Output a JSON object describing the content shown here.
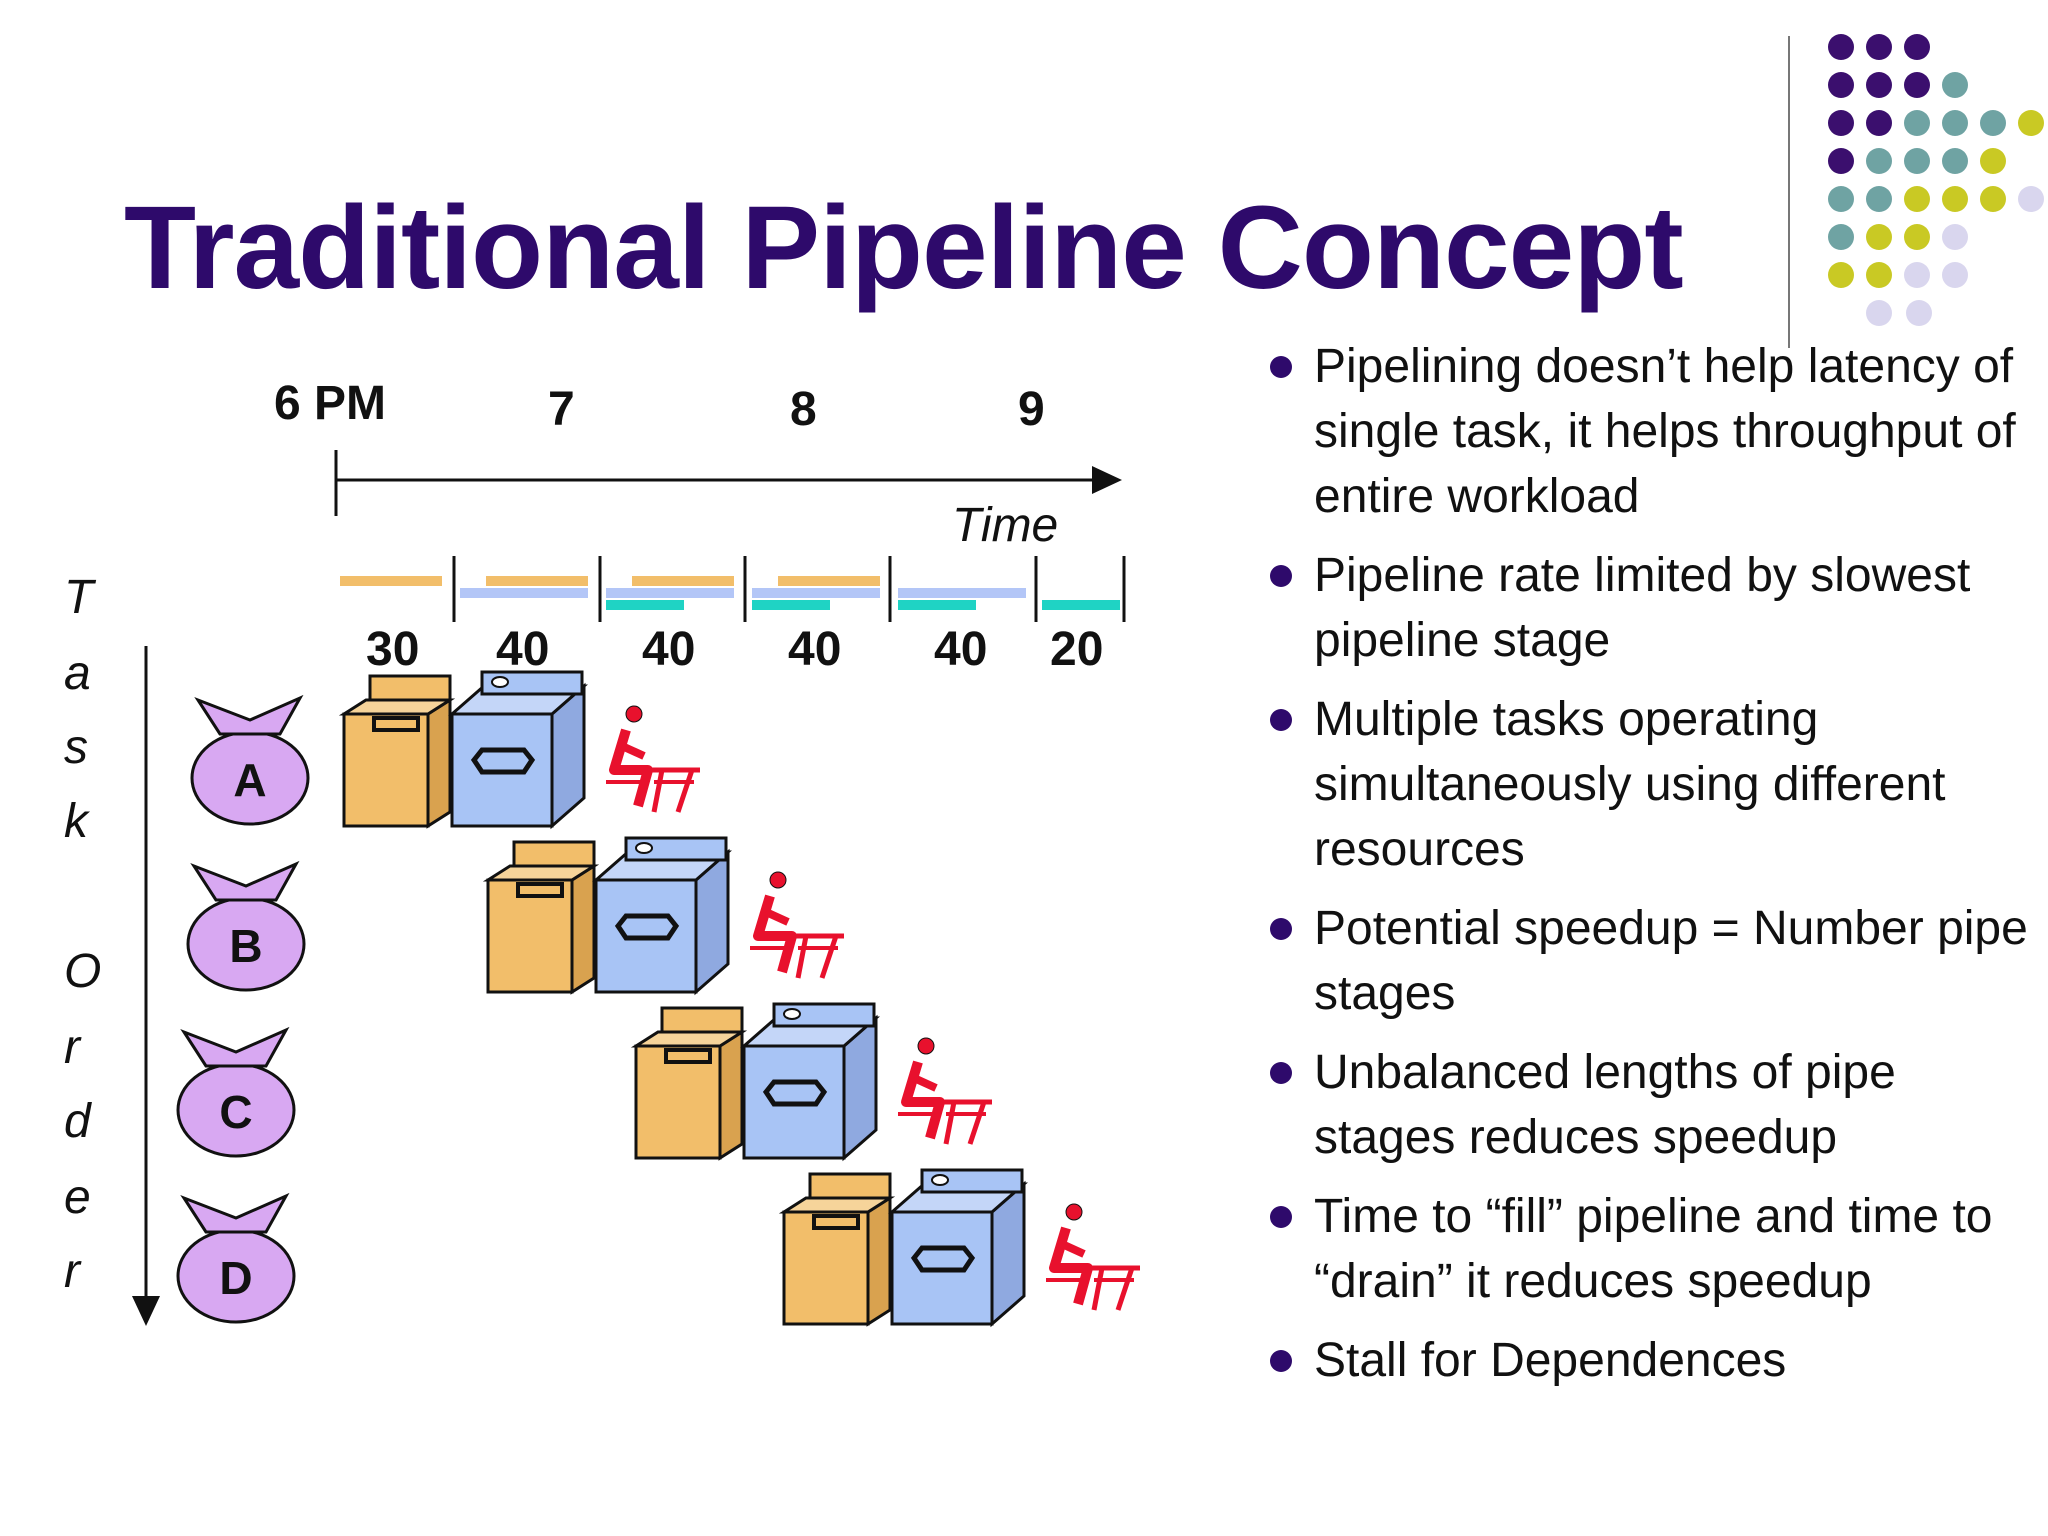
{
  "title": "Traditional Pipeline Concept",
  "colors": {
    "title": "#2e0a6b",
    "purple_dot": "#3b0f6e",
    "teal_dot": "#6fa3a3",
    "yellow_dot": "#c9c924",
    "lavender_dot": "#d9d6ee",
    "washer": "#f2be6a",
    "dryer": "#a8c4f5",
    "folder": "#e8112d",
    "bag": "#d8a8f2",
    "teal_bar": "#1fd3c4"
  },
  "timeline": {
    "labels": [
      "6 PM",
      "7",
      "8",
      "9"
    ],
    "axis_label": "Time",
    "durations": [
      "30",
      "40",
      "40",
      "40",
      "40",
      "20"
    ]
  },
  "task_order_label": [
    "T",
    "a",
    "s",
    "k",
    "O",
    "r",
    "d",
    "e",
    "r"
  ],
  "tasks": [
    {
      "label": "A"
    },
    {
      "label": "B"
    },
    {
      "label": "C"
    },
    {
      "label": "D"
    }
  ],
  "bullets": [
    {
      "text": "Pipelining doesn’t help latency of single task, it helps throughput of entire workload"
    },
    {
      "text": "Pipeline rate limited by slowest pipeline stage"
    },
    {
      "text": "Multiple tasks operating simultaneously using different resources"
    },
    {
      "text": "Potential speedup = Number pipe stages"
    },
    {
      "text": "Unbalanced lengths of pipe stages reduces speedup"
    },
    {
      "text": "Time to “fill” pipeline and time to “drain” it reduces speedup"
    },
    {
      "text": "Stall for Dependences"
    }
  ],
  "icons": {
    "decor": "dot-grid",
    "washer": "washer-icon",
    "dryer": "dryer-icon",
    "folder": "folding-person-icon",
    "bag": "laundry-bag-icon"
  }
}
